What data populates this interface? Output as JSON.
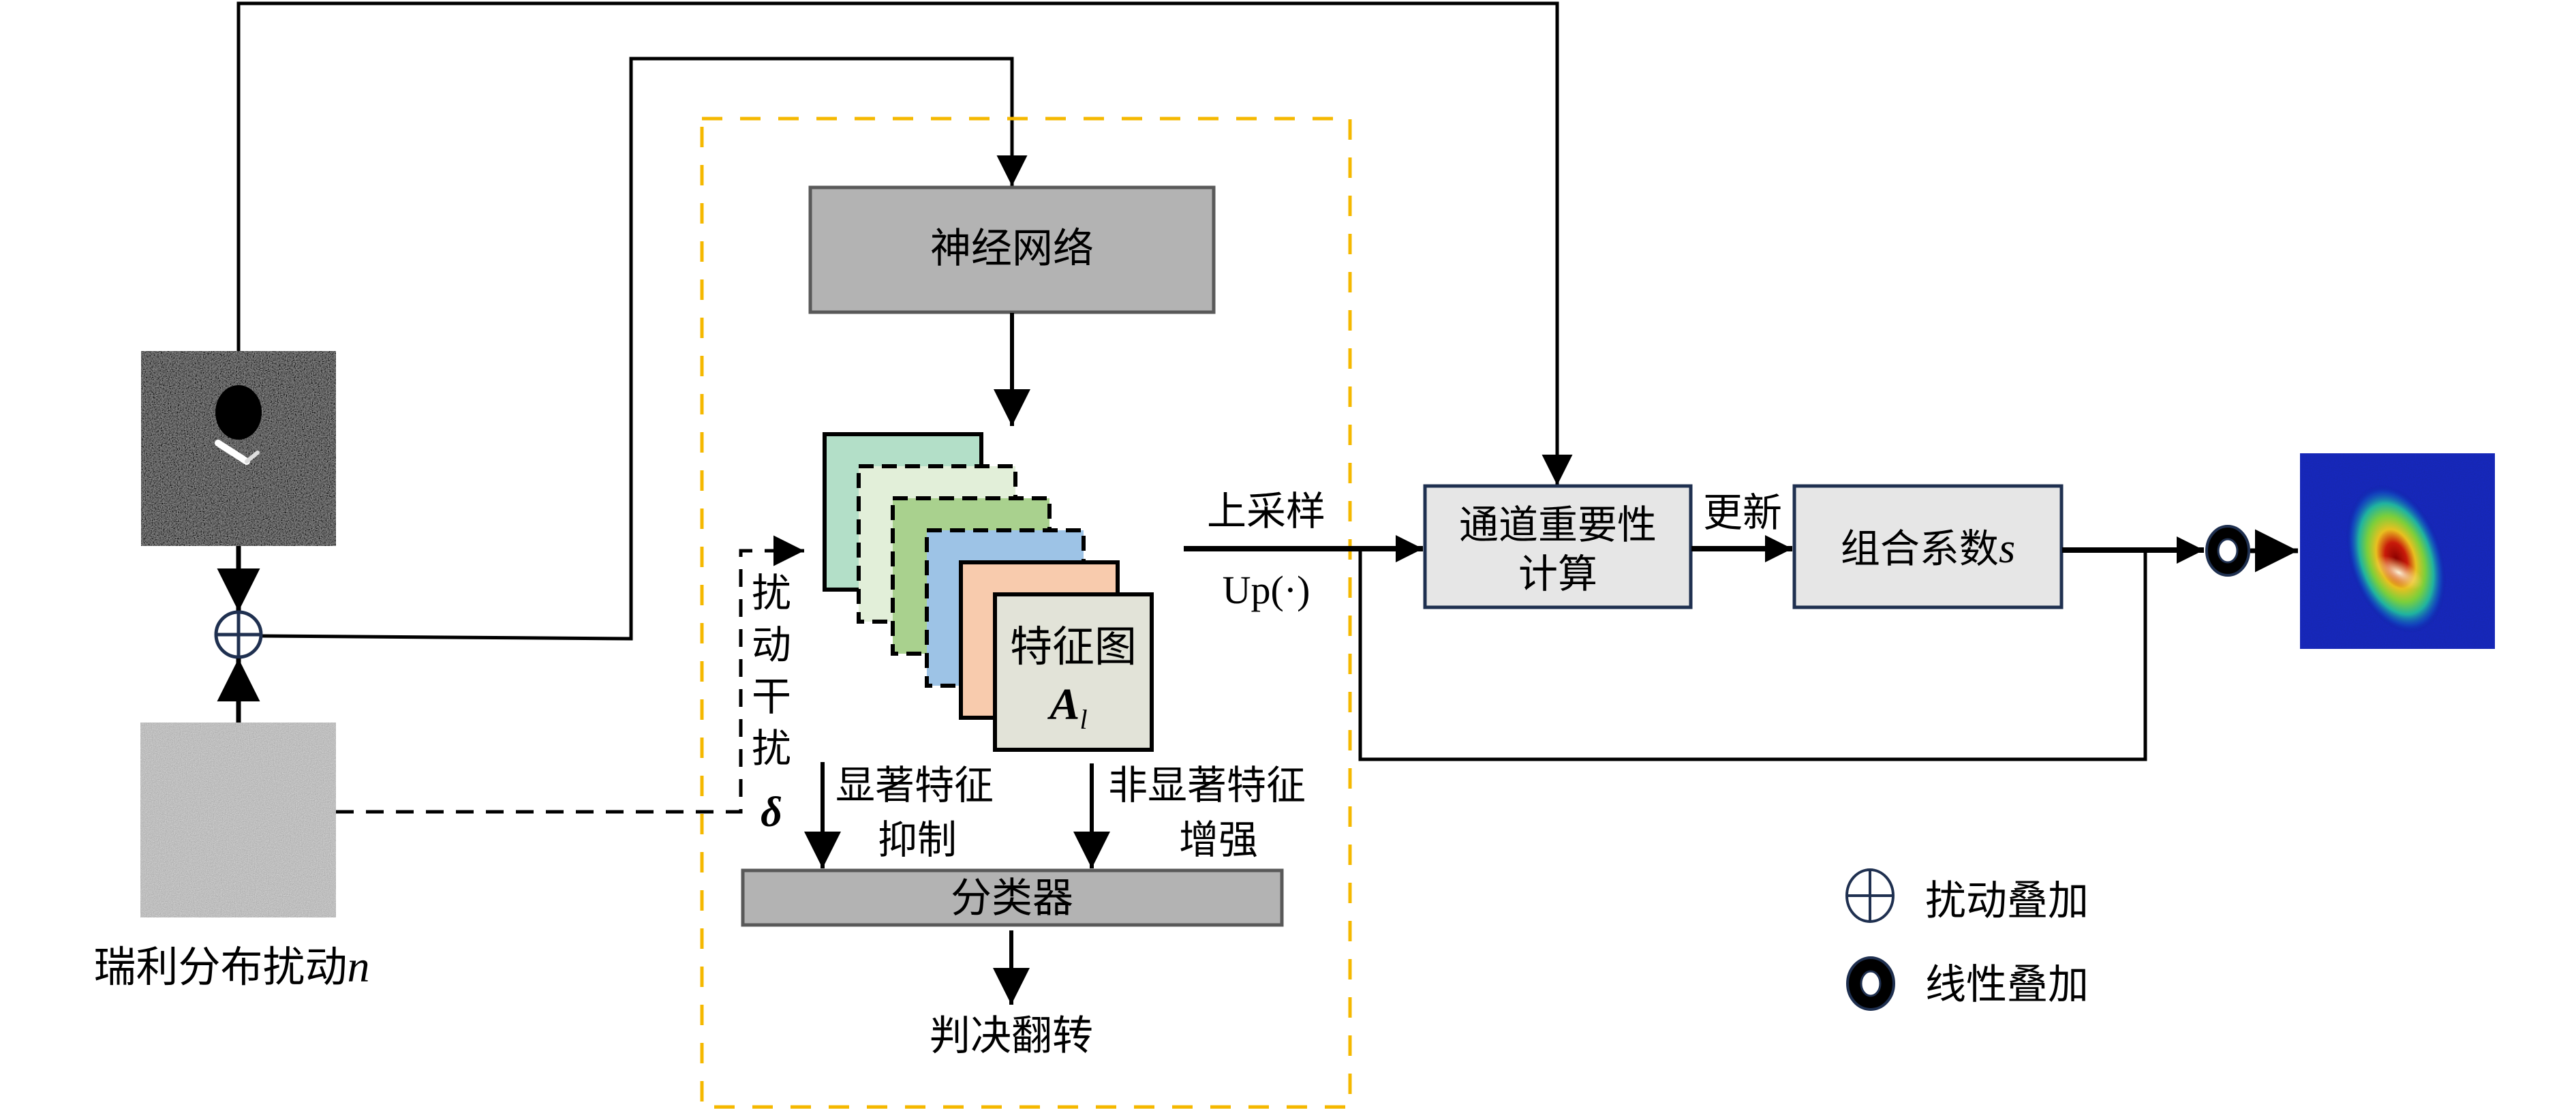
{
  "diagram": {
    "inputs": {
      "sar_image": {
        "label": ""
      },
      "noise_image": {
        "label": "瑞利分布扰动",
        "symbol": "n"
      }
    },
    "blocks": {
      "neural_network": "神经网络",
      "feature_map": {
        "label": "特征图",
        "symbol": "A",
        "subscript": "l"
      },
      "classifier": "分类器",
      "channel_importance": {
        "line1": "通道重要性",
        "line2": "计算"
      },
      "combination_coeff": {
        "label": "组合系数",
        "symbol": "s"
      }
    },
    "edge_labels": {
      "perturbation": {
        "chars": [
          "扰",
          "动",
          "干",
          "扰"
        ],
        "symbol": "δ"
      },
      "salient_suppress": {
        "line1": "显著特征",
        "line2": "抑制"
      },
      "nonsalient_enhance": {
        "line1": "非显著特征",
        "line2": "增强"
      },
      "decision_flip": "判决翻转",
      "upsample": {
        "line1": "上采样",
        "line2": "Up(·)"
      },
      "update": "更新"
    },
    "legend": [
      {
        "icon": "perturbation-add-icon",
        "label": "扰动叠加"
      },
      {
        "icon": "linear-add-icon",
        "label": "线性叠加"
      }
    ],
    "colors": {
      "frame_dashed": "#f5b800",
      "gray_block": "#b3b3b3",
      "gray_block_border": "#595959",
      "light_block": "#e6e6e6",
      "light_block_border": "#1f3050",
      "symbol_navy": "#1f3050",
      "feature_layers": [
        "#b3dfc8",
        "#e2efd9",
        "#a9d18e",
        "#9dc3e6",
        "#f8cbad",
        "#e2e3d8"
      ]
    },
    "feature_layer_dashed": [
      false,
      true,
      true,
      true,
      false,
      false
    ]
  }
}
